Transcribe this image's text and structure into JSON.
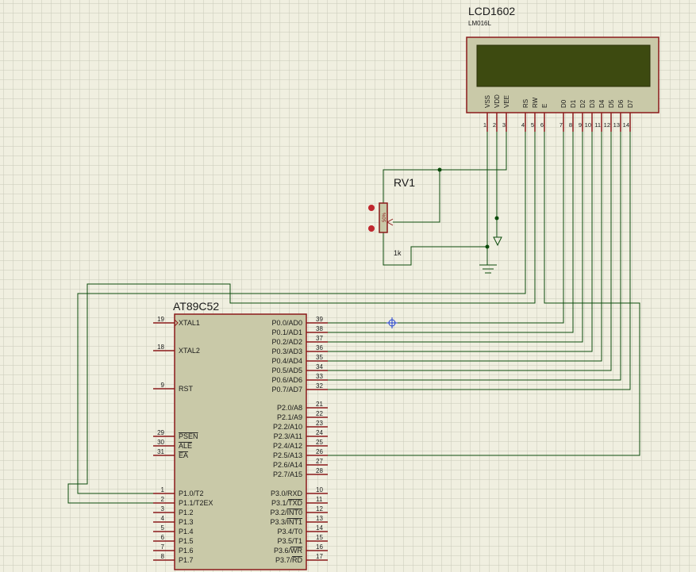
{
  "colors": {
    "background": "#f0efe0",
    "grid": "#c9c9b9",
    "wire": "#0b4b0b",
    "component_outline": "#8b1a1a",
    "ic_fill": "#c9c9a8",
    "lcd_screen": "#3d4a10",
    "pin_number": "#1a1a1a",
    "crosshair": "#1f3fd0"
  },
  "lcd": {
    "title": "LCD1602",
    "model": "LM016L",
    "pins": [
      {
        "name": "VSS",
        "num": "1"
      },
      {
        "name": "VDD",
        "num": "2"
      },
      {
        "name": "VEE",
        "num": "3"
      },
      {
        "name": "RS",
        "num": "4"
      },
      {
        "name": "RW",
        "num": "5"
      },
      {
        "name": "E",
        "num": "6"
      },
      {
        "name": "D0",
        "num": "7"
      },
      {
        "name": "D1",
        "num": "8"
      },
      {
        "name": "D2",
        "num": "9"
      },
      {
        "name": "D3",
        "num": "10"
      },
      {
        "name": "D4",
        "num": "11"
      },
      {
        "name": "D5",
        "num": "12"
      },
      {
        "name": "D6",
        "num": "13"
      },
      {
        "name": "D7",
        "num": "14"
      }
    ]
  },
  "pot": {
    "name": "RV1",
    "value": "1k",
    "setting": "50%"
  },
  "mcu": {
    "name": "AT89C52",
    "left_pins": [
      {
        "num": "19",
        "label": "XTAL1",
        "overline": false
      },
      {
        "num": "18",
        "label": "XTAL2",
        "overline": false
      },
      {
        "num": "9",
        "label": "RST",
        "overline": false
      },
      {
        "num": "29",
        "label": "PSEN",
        "overline": true
      },
      {
        "num": "30",
        "label": "ALE",
        "overline": true
      },
      {
        "num": "31",
        "label": "EA",
        "overline": true
      },
      {
        "num": "1",
        "label": "P1.0/T2",
        "overline": false
      },
      {
        "num": "2",
        "label": "P1.1/T2EX",
        "overline": false
      },
      {
        "num": "3",
        "label": "P1.2",
        "overline": false
      },
      {
        "num": "4",
        "label": "P1.3",
        "overline": false
      },
      {
        "num": "5",
        "label": "P1.4",
        "overline": false
      },
      {
        "num": "6",
        "label": "P1.5",
        "overline": false
      },
      {
        "num": "7",
        "label": "P1.6",
        "overline": false
      },
      {
        "num": "8",
        "label": "P1.7",
        "overline": false
      }
    ],
    "right_pins": [
      {
        "num": "39",
        "label": "P0.0/AD0"
      },
      {
        "num": "38",
        "label": "P0.1/AD1"
      },
      {
        "num": "37",
        "label": "P0.2/AD2"
      },
      {
        "num": "36",
        "label": "P0.3/AD3"
      },
      {
        "num": "35",
        "label": "P0.4/AD4"
      },
      {
        "num": "34",
        "label": "P0.5/AD5"
      },
      {
        "num": "33",
        "label": "P0.6/AD6"
      },
      {
        "num": "32",
        "label": "P0.7/AD7"
      },
      {
        "num": "21",
        "label": "P2.0/A8"
      },
      {
        "num": "22",
        "label": "P2.1/A9"
      },
      {
        "num": "23",
        "label": "P2.2/A10"
      },
      {
        "num": "24",
        "label": "P2.3/A11"
      },
      {
        "num": "25",
        "label": "P2.4/A12"
      },
      {
        "num": "26",
        "label": "P2.5/A13"
      },
      {
        "num": "27",
        "label": "P2.6/A14"
      },
      {
        "num": "28",
        "label": "P2.7/A15"
      },
      {
        "num": "10",
        "label": "P3.0/RXD",
        "bar": ""
      },
      {
        "num": "11",
        "label": "P3.1/TXD",
        "prefix": "P3.1/",
        "bar": "TXD"
      },
      {
        "num": "12",
        "label": "P3.2/INT0",
        "prefix": "P3.2/",
        "bar": "INT0"
      },
      {
        "num": "13",
        "label": "P3.3/INT1",
        "prefix": "P3.3/",
        "bar": "INT1"
      },
      {
        "num": "14",
        "label": "P3.4/T0",
        "bar": ""
      },
      {
        "num": "15",
        "label": "P3.5/T1",
        "bar": ""
      },
      {
        "num": "16",
        "label": "P3.6/WR",
        "prefix": "P3.6/",
        "bar": "WR"
      },
      {
        "num": "17",
        "label": "P3.7/RD",
        "prefix": "P3.7/",
        "bar": "RD"
      }
    ]
  }
}
